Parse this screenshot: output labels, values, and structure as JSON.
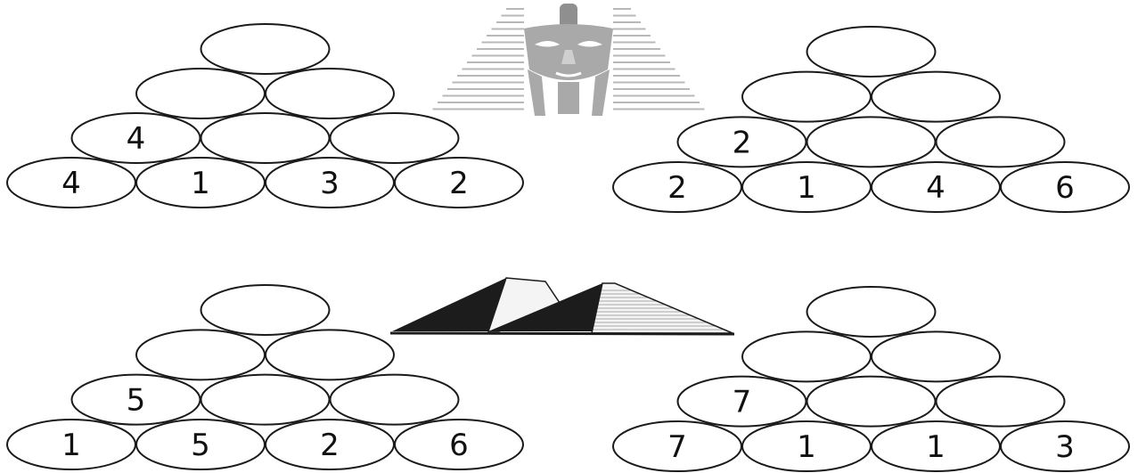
{
  "puzzles": [
    {
      "id": "top-left",
      "rows": [
        [
          ""
        ],
        [
          "",
          ""
        ],
        [
          "4",
          "",
          ""
        ],
        [
          "4",
          "1",
          "3",
          "2"
        ]
      ]
    },
    {
      "id": "top-right",
      "rows": [
        [
          ""
        ],
        [
          "",
          ""
        ],
        [
          "2",
          "",
          ""
        ],
        [
          "2",
          "1",
          "4",
          "6"
        ]
      ]
    },
    {
      "id": "bottom-left",
      "rows": [
        [
          ""
        ],
        [
          "",
          ""
        ],
        [
          "5",
          "",
          ""
        ],
        [
          "1",
          "5",
          "2",
          "6"
        ]
      ]
    },
    {
      "id": "bottom-right",
      "rows": [
        [
          ""
        ],
        [
          "",
          ""
        ],
        [
          "7",
          "",
          ""
        ],
        [
          "7",
          "1",
          "1",
          "3"
        ]
      ]
    }
  ],
  "decorations": {
    "top_center": "pharaoh-head-icon",
    "middle_center": "pyramids-icon"
  }
}
